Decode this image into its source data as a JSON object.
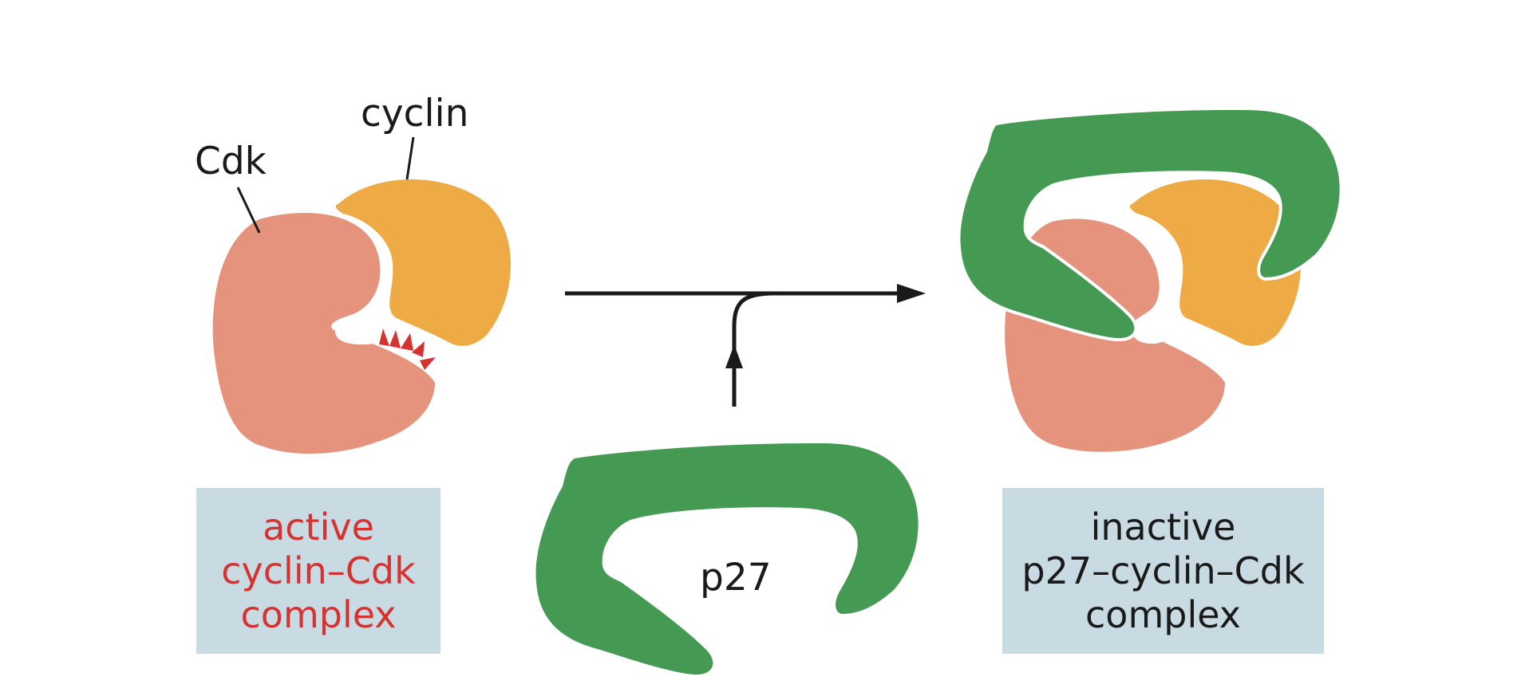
{
  "colors": {
    "cdk": "#e5937d",
    "cyclin": "#eeaa45",
    "p27": "#459a53",
    "box": "#c8dbe3",
    "active_text": "#d63232",
    "inactive_text": "#1a1a1a",
    "arrow": "#1a1a1a",
    "active_site_marks": "#d63232"
  },
  "labels": {
    "cdk": "Cdk",
    "cyclin": "cyclin",
    "p27": "p27"
  },
  "active_complex": {
    "line1": "active",
    "line2": "cyclin–Cdk",
    "line3": "complex"
  },
  "inactive_complex": {
    "line1": "inactive",
    "line2": "p27–cyclin–Cdk",
    "line3": "complex"
  },
  "icons": [
    "reaction-arrow-icon",
    "inhibitor-input-arrow-icon"
  ]
}
